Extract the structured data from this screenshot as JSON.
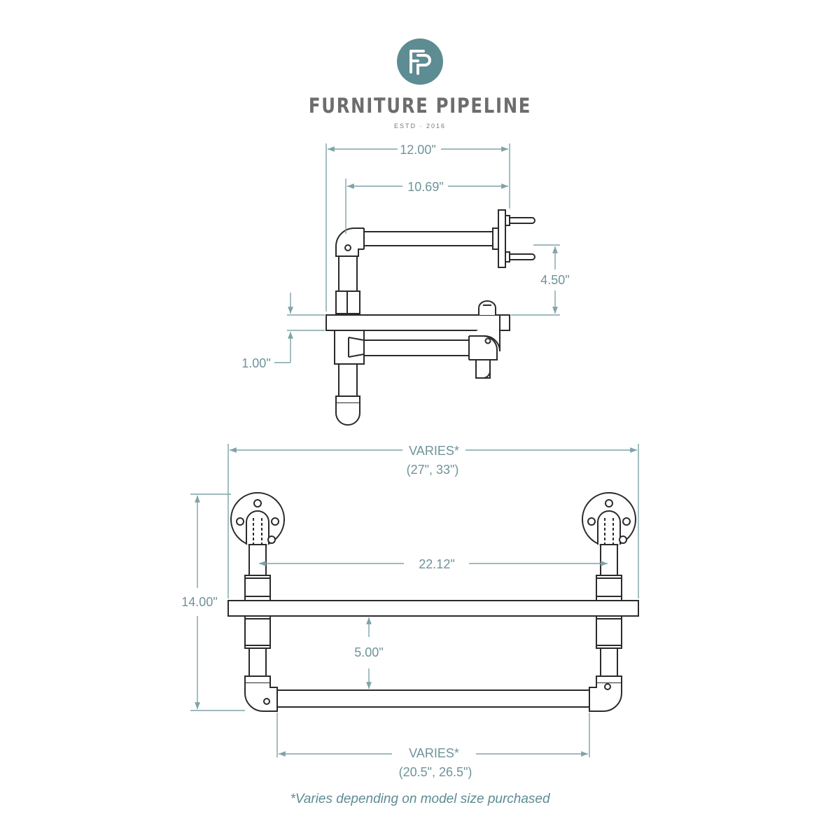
{
  "colors": {
    "brand": "#5d8c93",
    "dimension": "#7ea3a8",
    "line": "#2b2b2b"
  },
  "logo": {
    "mark": "FP",
    "name": "FURNITURE PIPELINE",
    "established": "ESTD · 2016"
  },
  "side_view": {
    "overall_depth": "12.00\"",
    "pipe_depth": "10.69\"",
    "flange_to_shelf": "4.50\"",
    "shelf_thickness": "1.00\""
  },
  "front_view": {
    "overall_width": "VARIES*",
    "overall_width_sizes": "(27\", 33\")",
    "height": "14.00\"",
    "inner_width": "22.12\"",
    "shelf_to_bar": "5.00\"",
    "bar_width": "VARIES*",
    "bar_width_sizes": "(20.5\", 26.5\")"
  },
  "footnote": "*Varies depending on model size purchased"
}
